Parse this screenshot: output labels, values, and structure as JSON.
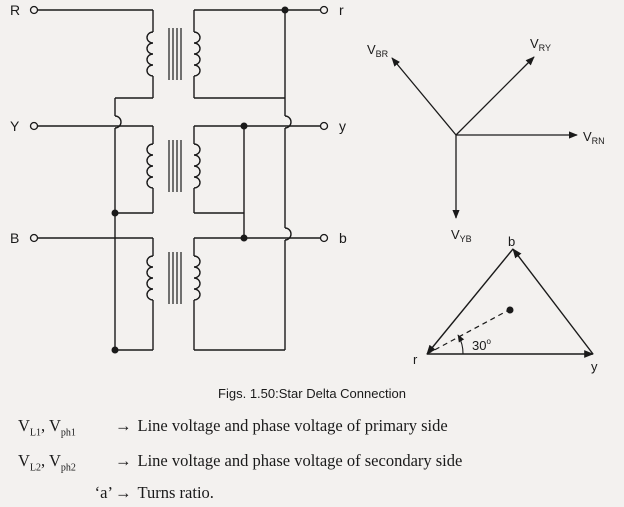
{
  "diagram": {
    "primary_terminals": {
      "r": "R",
      "y": "Y",
      "b": "B"
    },
    "secondary_terminals": {
      "r": "r",
      "y": "y",
      "b": "b"
    },
    "phasors": {
      "br": {
        "main": "V",
        "sub": "BR"
      },
      "ry": {
        "main": "V",
        "sub": "RY"
      },
      "rn": {
        "main": "V",
        "sub": "RN"
      },
      "yb": {
        "main": "V",
        "sub": "YB"
      }
    },
    "triangle": {
      "top": "b",
      "left": "r",
      "right": "y",
      "angle": "30",
      "angle_unit": "o"
    }
  },
  "caption": "Figs. 1.50:Star Delta Connection",
  "legend": [
    {
      "sym1": "V",
      "sub1": "L1",
      "sym2": "V",
      "sub2": "ph1",
      "arrow": "→",
      "text": "Line voltage and phase voltage of primary side"
    },
    {
      "sym1": "V",
      "sub1": "L2",
      "sym2": "V",
      "sub2": "ph2",
      "arrow": "→",
      "text": "Line voltage and phase voltage of secondary side"
    },
    {
      "symbol": "‘a’",
      "arrow": "→",
      "text": "Turns ratio."
    }
  ]
}
